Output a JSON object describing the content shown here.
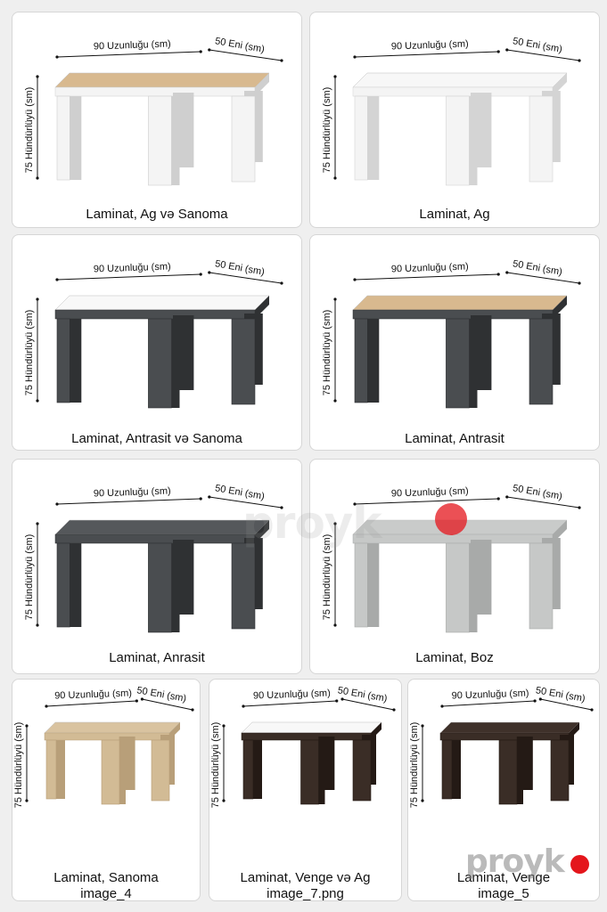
{
  "dimension_labels": {
    "length": "90 Uzunluğu (sm)",
    "width": "50 Eni (sm)",
    "height": "75 Hündürlüyü (sm)"
  },
  "products": [
    {
      "caption": "Laminat, Ag və Sanoma",
      "extra": "",
      "top_color": "#d8b98f",
      "body_color": "#f4f4f4",
      "edge_color": "#cfcfcf"
    },
    {
      "caption": "Laminat, Ag",
      "extra": "",
      "top_color": "#f7f7f7",
      "body_color": "#f4f4f4",
      "edge_color": "#d4d4d4"
    },
    {
      "caption": "Laminat, Antrasit və Sanoma",
      "extra": "",
      "top_color": "#f8f8f8",
      "body_color": "#4a4d50",
      "edge_color": "#2f3133"
    },
    {
      "caption": "Laminat, Antrasit",
      "extra": "",
      "top_color": "#d8b98f",
      "body_color": "#4a4d50",
      "edge_color": "#2f3133"
    },
    {
      "caption": "Laminat, Anrasit",
      "extra": "",
      "top_color": "#55585b",
      "body_color": "#4a4d50",
      "edge_color": "#2f3133"
    },
    {
      "caption": "Laminat, Boz",
      "extra": "",
      "top_color": "#c9cbca",
      "body_color": "#c6c8c7",
      "edge_color": "#a8aaa9"
    },
    {
      "caption": "Laminat, Sanoma",
      "extra": "image_4",
      "top_color": "#d9c3a0",
      "body_color": "#d2bb95",
      "edge_color": "#b89f79"
    },
    {
      "caption": "Laminat, Venge və Ag",
      "extra": "image_7.png",
      "top_color": "#f8f8f8",
      "body_color": "#3a2d26",
      "edge_color": "#241a15"
    },
    {
      "caption": "Laminat, Venge",
      "extra": "image_5",
      "top_color": "#3f312a",
      "body_color": "#3a2d26",
      "edge_color": "#241a15"
    }
  ],
  "watermark": {
    "text": "proyk",
    "dot_color": "#e4161c"
  }
}
